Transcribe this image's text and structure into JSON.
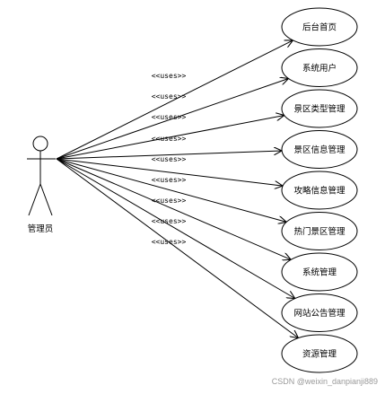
{
  "actor": {
    "name": "管理员",
    "icon": "stick-figure-actor-icon"
  },
  "relation_label": "<<uses>>",
  "use_cases": [
    {
      "label": "后台首页"
    },
    {
      "label": "系统用户"
    },
    {
      "label": "景区类型管理"
    },
    {
      "label": "景区信息管理"
    },
    {
      "label": "攻略信息管理"
    },
    {
      "label": "热门景区管理"
    },
    {
      "label": "系统管理"
    },
    {
      "label": "网站公告管理"
    },
    {
      "label": "资源管理"
    }
  ],
  "watermark": "CSDN @weixin_danpianji889",
  "colors": {
    "line": "#000000",
    "watermark": "#9a9a9a",
    "background": "#ffffff"
  }
}
